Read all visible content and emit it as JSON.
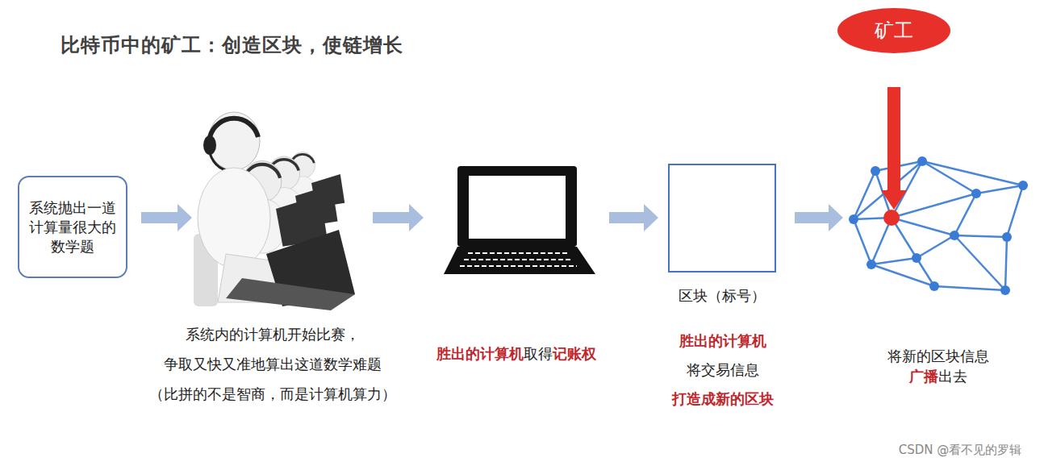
{
  "diagram": {
    "title": "比特币中的矿工：创造区块，使链增长",
    "nodes": [
      {
        "text": [
          "系统抛出一道计算量很大的数学题"
        ]
      },
      {
        "text": [
          "区块（标号）"
        ]
      },
      {
        "text": [
          "矿工"
        ]
      }
    ],
    "labels": [
      "系统内的计算机开始比赛，",
      "争取又快又准地算出这道数学难题",
      "（比拼的不是智商，而是计算机算力）",
      "胜出的计算机",
      "取得",
      "记账权",
      "胜出的计算机",
      "将交易信息",
      "打造成新的区块",
      "将新的区块信息",
      "广播",
      "出去",
      "CSDN @看不见的罗辑"
    ]
  }
}
